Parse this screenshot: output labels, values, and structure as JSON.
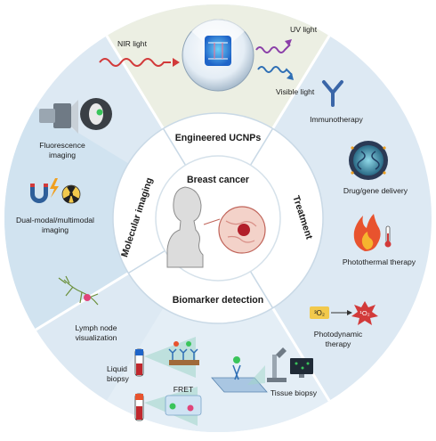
{
  "center": {
    "title": "Breast cancer"
  },
  "sections": {
    "top": "Engineered UCNPs",
    "left": "Molecular imaging",
    "right": "Treatment",
    "bottom": "Biomarker detection"
  },
  "ucnp": {
    "nir": "NIR light",
    "uv": "UV light",
    "visible": "Visible light"
  },
  "imaging": {
    "fluorescence_line1": "Fluorescence",
    "fluorescence_line2": "imaging",
    "dual_line1": "Dual-modal/multimodal",
    "dual_line2": "imaging",
    "lymph_line1": "Lymph node",
    "lymph_line2": "visualization"
  },
  "treatment": {
    "immuno": "Immunotherapy",
    "drug": "Drug/gene delivery",
    "photothermal": "Photothermal therapy",
    "pdt_line1": "Photodynamic",
    "pdt_line2": "therapy",
    "o2_triplet": "³O₂",
    "o2_singlet": "¹O₂"
  },
  "detection": {
    "liquid_line1": "Liquid",
    "liquid_line2": "biopsy",
    "fret": "FRET",
    "tissue": "Tissue biopsy"
  },
  "colors": {
    "ring_outer": "#dde9f3",
    "top_sector": "#ecefe3",
    "left_sector": "#cfe2ef",
    "inner_ring": "#ffffff",
    "center": "#ffffff",
    "accent_red": "#d23a3a",
    "accent_blue": "#2f6fb5"
  }
}
